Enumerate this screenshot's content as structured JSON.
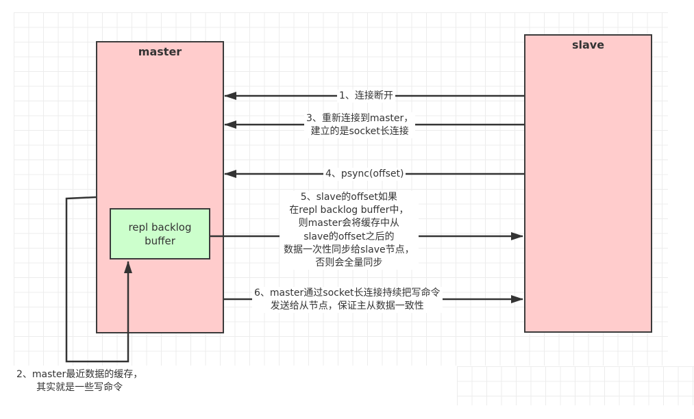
{
  "diagram": {
    "nodes": {
      "master": {
        "title": "master"
      },
      "slave": {
        "title": "slave"
      },
      "repl_buffer": {
        "label": "repl backlog\nbuffer"
      }
    },
    "edges": [
      {
        "id": "step1",
        "from": "slave",
        "to": "master",
        "label": "1、连接断开"
      },
      {
        "id": "step3",
        "from": "slave",
        "to": "master",
        "label": "3、重新连接到master，\n建立的是socket长连接"
      },
      {
        "id": "step4",
        "from": "slave",
        "to": "master",
        "label": "4、psync(offset)"
      },
      {
        "id": "step5",
        "from": "repl_buffer",
        "to": "slave",
        "label": "5、slave的offset如果\n在repl backlog buffer中，\n则master会将缓存中从\nslave的offset之后的\n数据一次性同步给slave节点，\n否则会全量同步"
      },
      {
        "id": "step6",
        "from": "master",
        "to": "slave",
        "label": "6、master通过socket长连接持续把写命令\n发送给从节点，保证主从数据一致性"
      },
      {
        "id": "step2",
        "from": "master",
        "to": "repl_buffer",
        "label": "2、master最近数据的缓存，\n其实就是一些写命令"
      }
    ],
    "colors": {
      "node_fill": "#ffcccc",
      "buffer_fill": "#ccffcc",
      "stroke": "#3a3a3a",
      "text": "#333333",
      "grid": "#ececec"
    }
  }
}
